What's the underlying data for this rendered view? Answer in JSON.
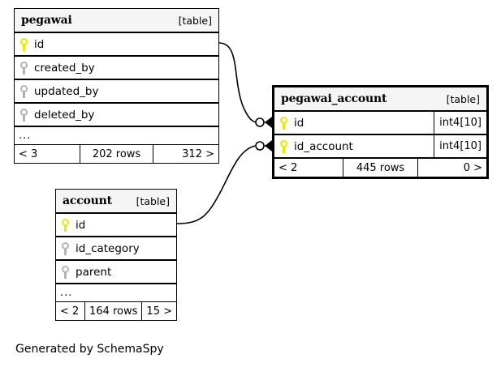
{
  "diagram": {
    "type": "database-schema-erd",
    "caption": "Generated by SchemaSpy",
    "background_color": "#ffffff",
    "header_fill": "#f5f5f5",
    "pk_key_color": "#e8e800",
    "fk_key_color": "#b3b3b3",
    "line_color": "#000000"
  },
  "tables": [
    {
      "id": "pegawai",
      "name": "pegawai",
      "kind": "[table]",
      "focal": false,
      "columns": [
        {
          "name": "id",
          "key": "pk",
          "type": ""
        },
        {
          "name": "created_by",
          "key": "fk",
          "type": ""
        },
        {
          "name": "updated_by",
          "key": "fk",
          "type": ""
        },
        {
          "name": "deleted_by",
          "key": "fk",
          "type": ""
        }
      ],
      "more_indicator": "...",
      "footer": {
        "left": "< 3",
        "center": "202 rows",
        "right": "312 >"
      }
    },
    {
      "id": "pegawai_account",
      "name": "pegawai_account",
      "kind": "[table]",
      "focal": true,
      "columns": [
        {
          "name": "id",
          "key": "pk",
          "type": "int4[10]"
        },
        {
          "name": "id_account",
          "key": "pk",
          "type": "int4[10]"
        }
      ],
      "more_indicator": "",
      "footer": {
        "left": "< 2",
        "center": "445 rows",
        "right": "0 >"
      }
    },
    {
      "id": "account",
      "name": "account",
      "kind": "[table]",
      "focal": false,
      "columns": [
        {
          "name": "id",
          "key": "pk",
          "type": ""
        },
        {
          "name": "id_category",
          "key": "fk",
          "type": ""
        },
        {
          "name": "parent",
          "key": "fk",
          "type": ""
        }
      ],
      "more_indicator": "...",
      "footer": {
        "left": "< 2",
        "center": "164 rows",
        "right": "15 >"
      }
    }
  ],
  "relationships": [
    {
      "id": "pegawai-to-pegawai_account",
      "from_table": "pegawai",
      "from_column": "id",
      "to_table": "pegawai_account",
      "to_column": "id",
      "from_cardinality": "one",
      "to_cardinality": "zero-or-many"
    },
    {
      "id": "account-to-pegawai_account",
      "from_table": "account",
      "from_column": "id",
      "to_table": "pegawai_account",
      "to_column": "id_account",
      "from_cardinality": "one",
      "to_cardinality": "zero-or-many"
    }
  ]
}
